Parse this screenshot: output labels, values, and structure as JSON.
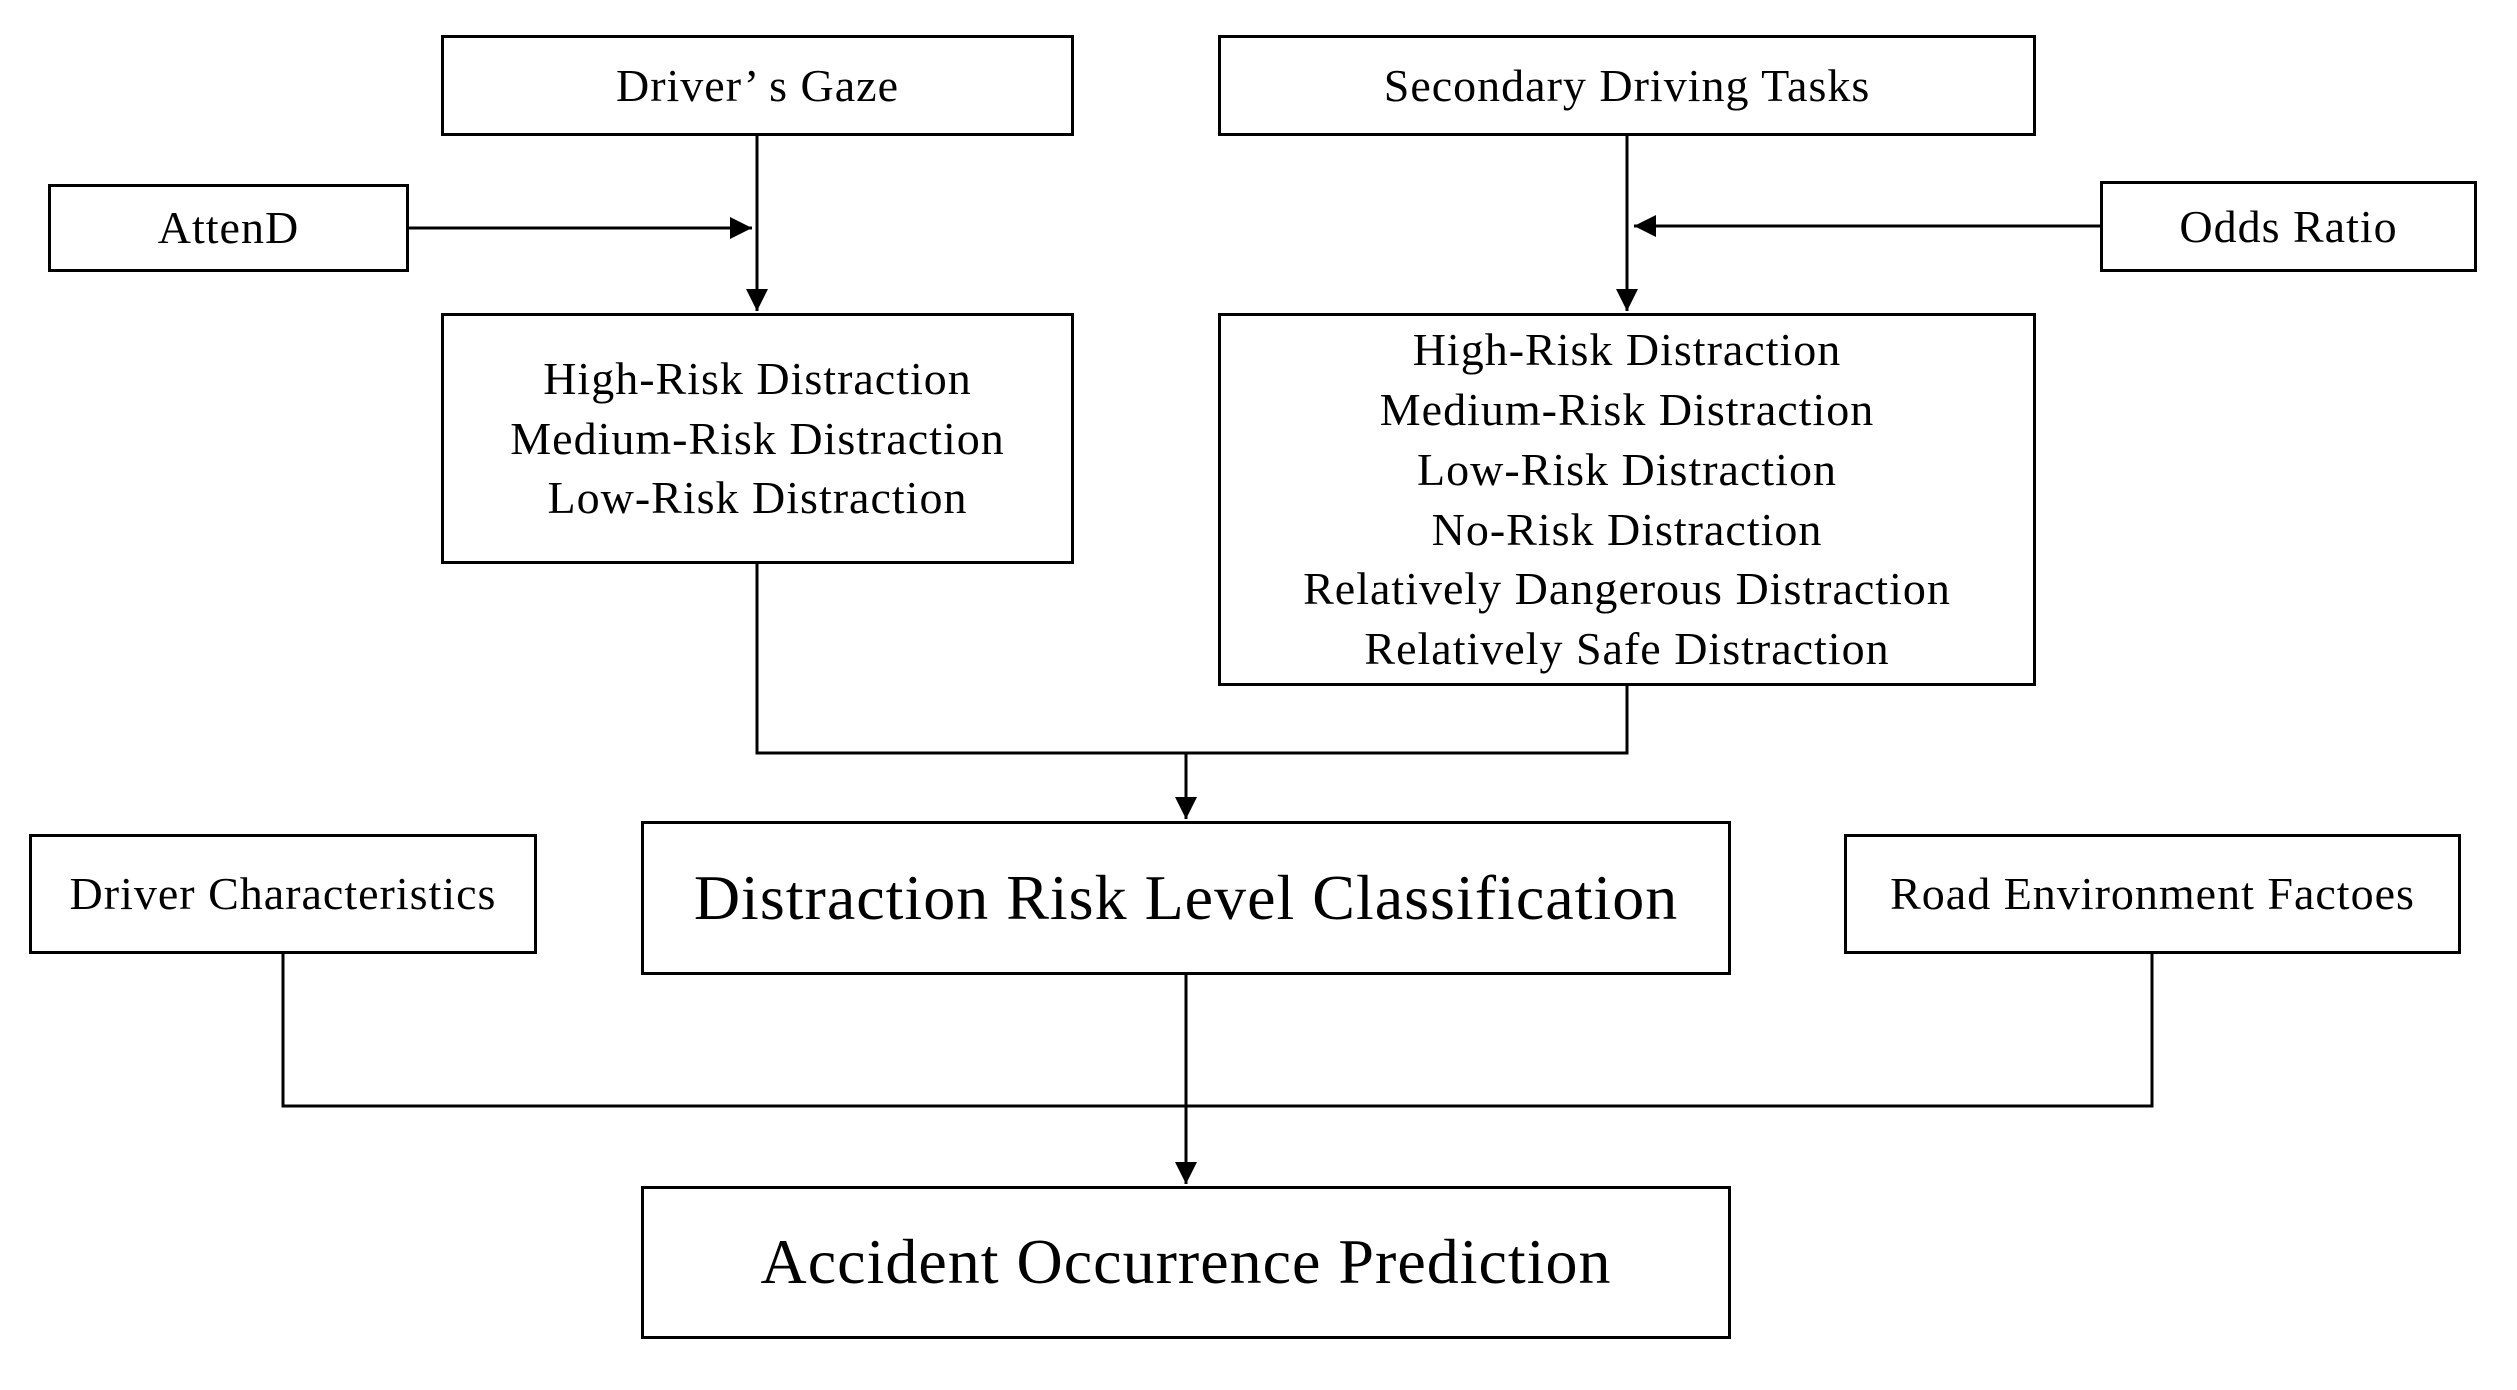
{
  "boxes": {
    "drivers_gaze": {
      "label": "Driver’ s  Gaze"
    },
    "secondary_tasks": {
      "label": "Secondary Driving Tasks"
    },
    "attend": {
      "label": "AttenD"
    },
    "odds_ratio": {
      "label": "Odds Ratio"
    },
    "gaze_risk_levels": {
      "lines": [
        "High-Risk Distraction",
        "Medium-Risk Distraction",
        "Low-Risk Distraction"
      ]
    },
    "task_risk_levels": {
      "lines": [
        "High-Risk Distraction",
        "Medium-Risk Distraction",
        "Low-Risk Distraction",
        "No-Risk Distraction",
        "Relatively Dangerous Distraction",
        "Relatively Safe Distraction"
      ]
    },
    "classification": {
      "label": "Distraction Risk Level Classification"
    },
    "driver_characteristics": {
      "label": "Driver Characteristics"
    },
    "road_environment": {
      "label": "Road Environment Factoes"
    },
    "prediction": {
      "label": "Accident Occurrence Prediction"
    }
  },
  "colors": {
    "line": "#000000",
    "text": "#000000",
    "background": "#ffffff"
  }
}
